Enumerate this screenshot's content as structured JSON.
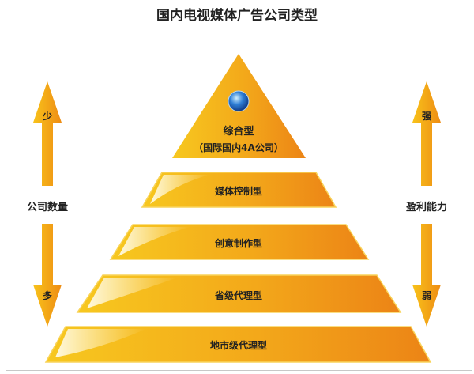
{
  "title": "国内电视媒体广告公司类型",
  "pyramid": [
    {
      "label": "综合型",
      "sublabel": "（国际国内4A公司）"
    },
    {
      "label": "媒体控制型"
    },
    {
      "label": "创意制作型"
    },
    {
      "label": "省级代理型"
    },
    {
      "label": "地市级代理型"
    }
  ],
  "left_axis": {
    "label": "公司数量",
    "top": "少",
    "bottom": "多"
  },
  "right_axis": {
    "label": "盈利能力",
    "top": "强",
    "bottom": "弱"
  },
  "colors": {
    "light": "#f6c21c",
    "dark": "#ee8a16",
    "highlight": "#fff7d8"
  }
}
